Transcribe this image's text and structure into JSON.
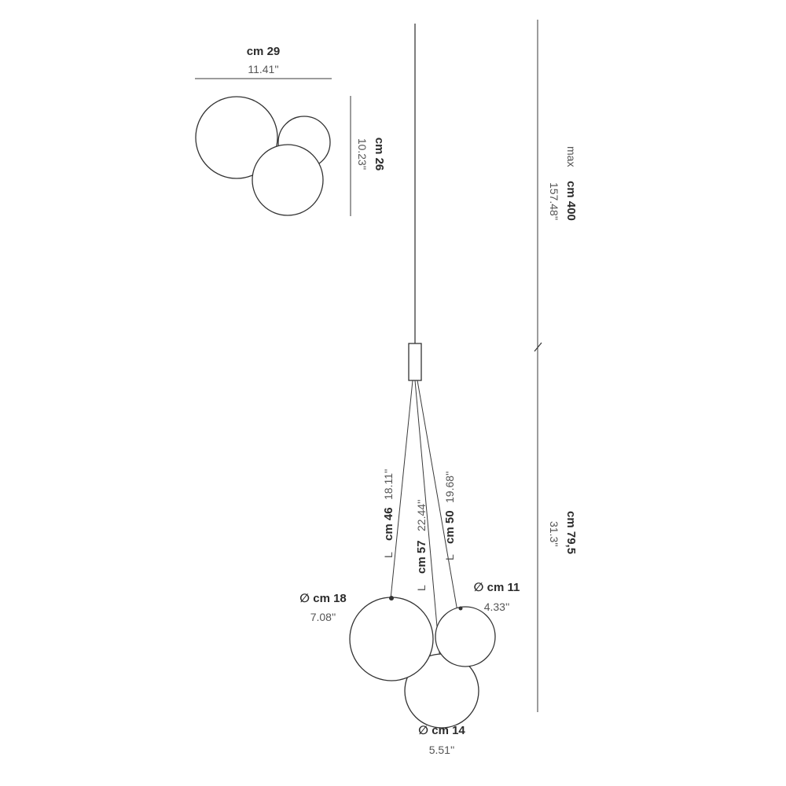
{
  "top_view": {
    "width_cm": "cm 29",
    "width_in": "11.41''",
    "depth_cm": "cm 26",
    "depth_in": "10.23''"
  },
  "height": {
    "max_label": "max",
    "max_cm": "cm 400",
    "max_in": "157.48''",
    "body_cm": "cm 79,5",
    "body_in": "31.3''"
  },
  "cables": {
    "cable_1_cm": "cm 46",
    "cable_1_in": "18.11''",
    "cable_2_cm": "cm 57",
    "cable_2_in": "22.44''",
    "cable_3_cm": "cm 50",
    "cable_3_in": "19.68''"
  },
  "spheres": {
    "large_cm": "∅ cm 18",
    "large_in": "7.08''",
    "small_cm": "∅ cm 11",
    "small_in": "4.33''",
    "medium_cm": "∅ cm 14",
    "medium_in": "5.51''"
  }
}
